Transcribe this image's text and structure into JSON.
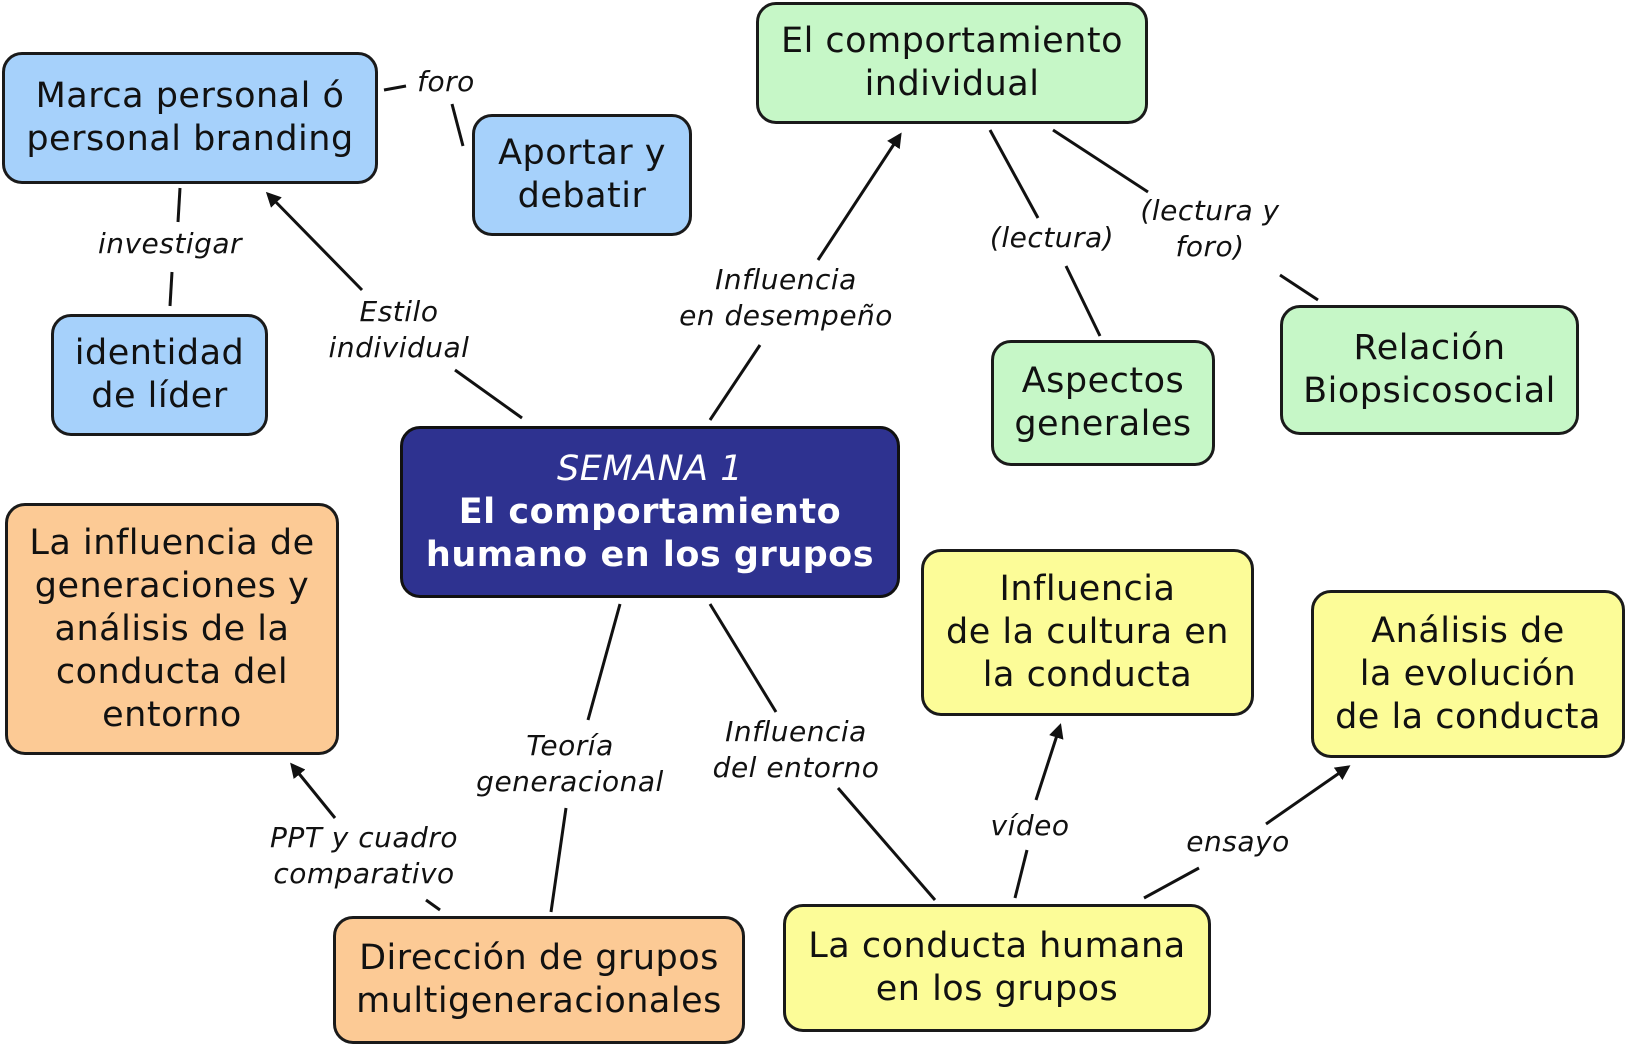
{
  "colors": {
    "central": "#2e3290",
    "blue": "#a6d1fb",
    "green": "#c6f7c7",
    "orange": "#fcca95",
    "yellow": "#fcfc98",
    "line": "#111111"
  },
  "nodes": {
    "central": {
      "subtitle": "SEMANA 1",
      "title": "El comportamiento\nhumano en los grupos"
    },
    "marca": "Marca personal ó\npersonal branding",
    "aportar": "Aportar y\ndebatir",
    "identidad": "identidad\nde líder",
    "comportamiento_individual": "El comportamiento\nindividual",
    "aspectos": "Aspectos\ngenerales",
    "relacion": "Relación\nBiopsicosocial",
    "influencia_generaciones": "La influencia de\ngeneraciones y\nanálisis de la\nconducta del\nentorno",
    "direccion": "Dirección de grupos\nmultigeneracionales",
    "conducta_humana": "La conducta humana\nen los grupos",
    "influencia_cultura": "Influencia\nde la cultura en\nla conducta",
    "analisis_evolucion": "Análisis de\nla evolución\nde la conducta"
  },
  "links": {
    "foro": "foro",
    "investigar": "investigar",
    "estilo": "Estilo\nindividual",
    "desempeno": "Influencia\nen desempeño",
    "lectura": "(lectura)",
    "lectura_foro": "(lectura y\nforo)",
    "teoria": "Teoría\ngeneracional",
    "entorno": "Influencia\ndel entorno",
    "ppt": "PPT y cuadro\ncomparativo",
    "video": "vídeo",
    "ensayo": "ensayo"
  }
}
